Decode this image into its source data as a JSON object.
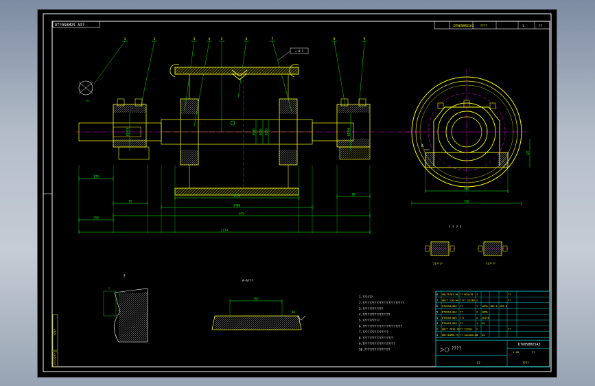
{
  "colors": {
    "background": "#000000",
    "frame": "#ffffff",
    "outline": "#ffff00",
    "dimension": "#00ff00",
    "centerline": "#ff00ff",
    "hatch": "#ffffff",
    "table": "#00ffff",
    "window_gradient_top": "#7d8ca2",
    "window_gradient_bottom": "#97a3b3"
  },
  "drawing": {
    "title_block_top": {
      "code": "DTⅡ05BM25A3",
      "name": "????",
      "scale": "1",
      "unit": "??"
    },
    "part_labels": [
      "1",
      "2",
      "3",
      "4",
      "5",
      "6",
      "7",
      "8",
      "9"
    ],
    "section_label": "A-A???",
    "section_dims": {
      "width": "352",
      "height": "40"
    },
    "mark_labels": [
      "?",
      "?",
      "? ? ? ?",
      "???\"?\"",
      "???\"?\""
    ],
    "tolerance_box": "⊥ 0.1",
    "notes": [
      "1.??????",
      "2.????????????????????????",
      "3.????????????",
      "4.????????????????",
      "5.??????????",
      "6.???????????????????????",
      "7.???????????????",
      "8.??????????????????",
      "9.???????????????????",
      "10.???????????????"
    ],
    "dims": {
      "axial_total": "2174",
      "overall_1": "675",
      "left_end": "250",
      "length_1": "1400",
      "length_2": "1150",
      "left_bear": "120",
      "left_step": "95",
      "right_step": "80",
      "d_1": "Ø150",
      "d_2": "Ø140",
      "d_3": "Ø200",
      "d_4": "Ø1070",
      "d_5": "Ø1006",
      "side_width": "480",
      "side_base": "520",
      "side_height": "120",
      "side_small": "25",
      "tol_1": "0.02",
      "tol_2": "0.03"
    },
    "bom": [
      [
        "8",
        "GB/T5781-86",
        "?? M24×70",
        "4",
        "",
        "",
        "",
        "??"
      ],
      [
        "7",
        "GB/T 276-94",
        "???? 22230",
        "2",
        "",
        "",
        "",
        "??"
      ],
      [
        "6",
        "DT05A4.005",
        "??",
        "1",
        "16Mn",
        "185.6",
        "185.6",
        ""
      ],
      [
        "5",
        "DT05A4.004",
        "??",
        "2",
        "16Mn",
        "",
        "",
        ""
      ],
      [
        "4",
        "DT05A4.003",
        "???",
        "2",
        "ZG270",
        "",
        "",
        ""
      ],
      [
        "3",
        "DT05A4.002",
        "??",
        "1",
        "45",
        "",
        "",
        ""
      ],
      [
        "2",
        "GB/T 7810-95",
        "?? 22230",
        "2",
        "",
        "",
        "",
        "??"
      ],
      [
        "1",
        "GB/T1096-79",
        "?? 32×18×110",
        "1",
        "45",
        "",
        "",
        ""
      ]
    ],
    "title_block": {
      "name": "????",
      "code": "DTⅡ05BM25A3",
      "scale": "1:10",
      "sheet": "????",
      "weight": "??",
      "total": "37",
      "school": "????"
    },
    "left_stamp_1": "????",
    "left_stamp_2": "???????",
    "top_left_tag": "DT?05BM25 A3?"
  }
}
